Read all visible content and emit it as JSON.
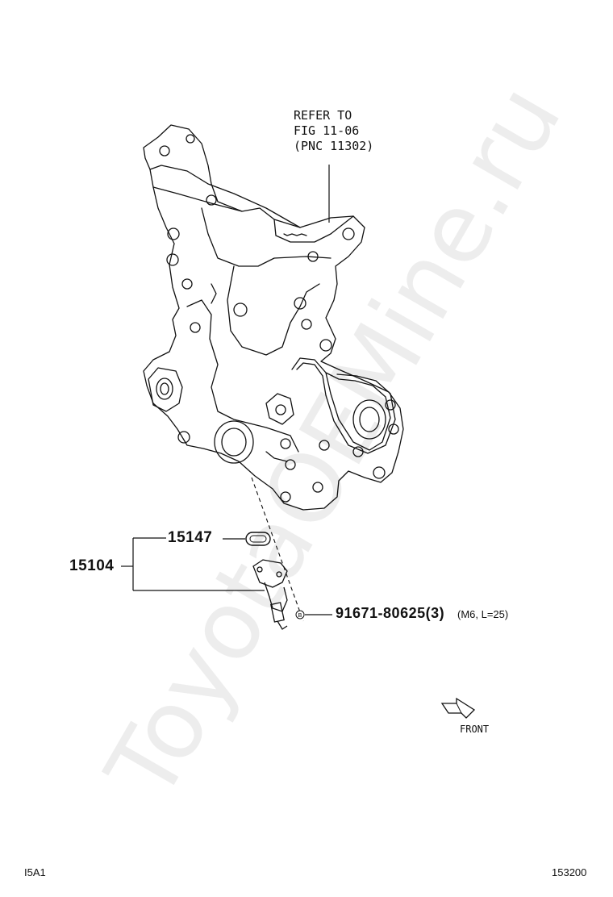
{
  "watermark": "ToyotaOEMine.ru",
  "refer_note": {
    "line1": "REFER TO",
    "line2": "FIG 11-06",
    "line3": "(PNC 11302)"
  },
  "parts": {
    "assembly": "15104",
    "gasket": "15147",
    "bolt_number": "91671-80625(3)",
    "bolt_spec": "(M6, L=25)",
    "bolt_marker": "B"
  },
  "direction": {
    "front_label": "FRONT"
  },
  "footer": {
    "left_code": "I5A1",
    "right_code": "153200"
  }
}
